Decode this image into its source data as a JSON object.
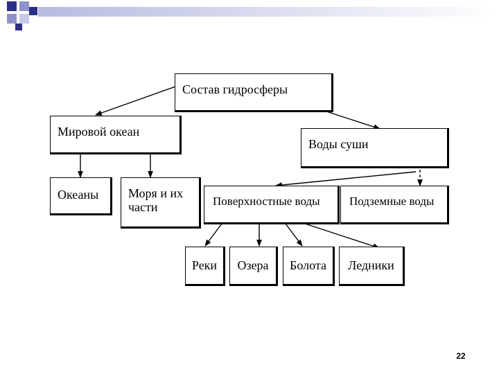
{
  "diagram": {
    "root": "Состав гидросферы",
    "level1": {
      "ocean": "Мировой океан",
      "land_waters": "Воды суши"
    },
    "ocean_children": {
      "oceans": "Океаны",
      "seas": "Моря и их части"
    },
    "land_children": {
      "surface": "Поверхностные воды",
      "underground": "Подземные воды"
    },
    "surface_children": {
      "rivers": "Реки",
      "lakes": "Озера",
      "swamps": "Болота",
      "glaciers": "Ледники"
    }
  },
  "slide": {
    "page_number": "22",
    "decoration_colors": [
      "#2b2f86",
      "#8d92c8",
      "#c9cce6"
    ]
  }
}
